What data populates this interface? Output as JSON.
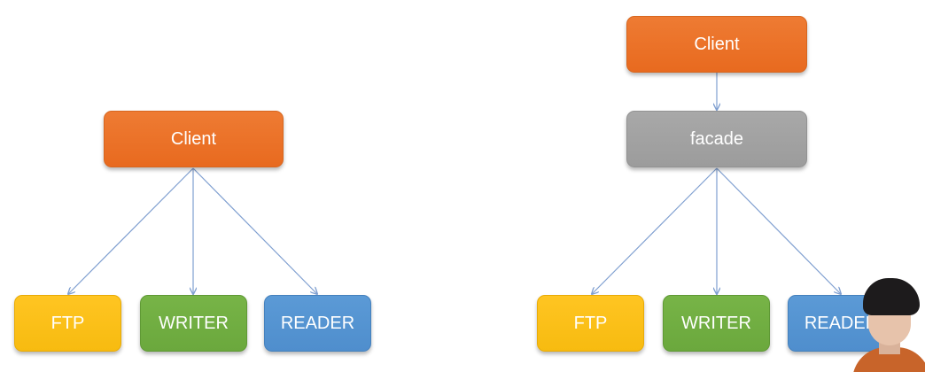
{
  "left_diagram": {
    "client": "Client",
    "ftp": "FTP",
    "writer": "WRITER",
    "reader": "READER"
  },
  "right_diagram": {
    "client": "Client",
    "facade": "facade",
    "ftp": "FTP",
    "writer": "WRITER",
    "reader": "READER"
  },
  "colors": {
    "client": "#e8701f",
    "facade": "#a3a3a3",
    "ftp": "#fbc116",
    "writer": "#70ad42",
    "reader": "#5494d2",
    "connector": "#7f9fd0"
  }
}
